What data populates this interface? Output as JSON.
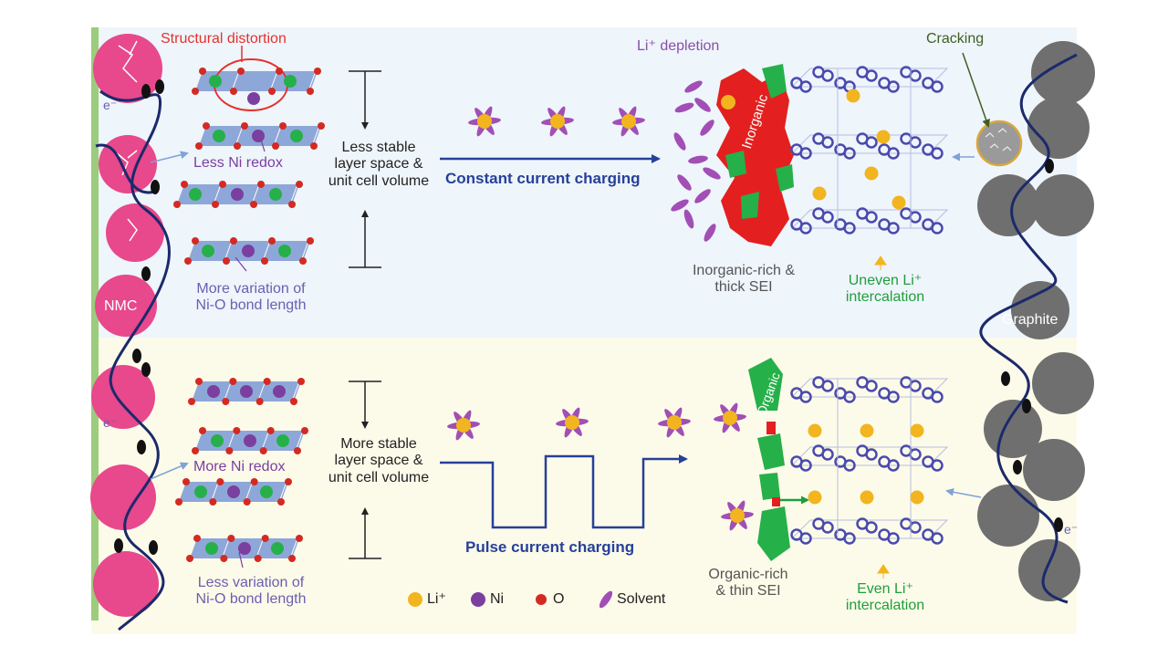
{
  "labels": {
    "structural_distortion": "Structural distortion",
    "less_ni_redox": "Less Ni redox",
    "more_variation": [
      "More variation of",
      "Ni-O bond length"
    ],
    "less_stable": [
      "Less stable",
      "layer space &",
      "unit cell volume"
    ],
    "constant_current": "Constant current charging",
    "li_depletion": "Li⁺ depletion",
    "inorganic": "Inorganic",
    "inorganic_sei": [
      "Inorganic-rich &",
      "thick SEI"
    ],
    "uneven_li": [
      "Uneven Li⁺",
      "intercalation"
    ],
    "cracking": "Cracking",
    "nmc": "NMC",
    "graphite": "Graphite",
    "electron": "e⁻",
    "more_ni_redox": "More Ni redox",
    "less_variation": [
      "Less variation of",
      "Ni-O bond length"
    ],
    "more_stable": [
      "More stable",
      "layer space &",
      "unit cell volume"
    ],
    "pulse_current": "Pulse current charging",
    "organic": "Organic",
    "organic_sei": [
      "Organic-rich",
      "& thin SEI"
    ],
    "even_li": [
      "Even Li⁺",
      "intercalation"
    ]
  },
  "legend": [
    {
      "label": "Li⁺",
      "color": "#f2b51f"
    },
    {
      "label": "Ni",
      "color": "#7b3fa0"
    },
    {
      "label": "O",
      "color": "#d42a22"
    },
    {
      "label": "Solvent",
      "color": "#a14fb5"
    }
  ],
  "colors": {
    "top_panel_bg": "#eef5fb",
    "bottom_panel_bg": "#fcfbe9",
    "nmc_particle": "#e8488c",
    "graphite_particle": "#6f6f6f",
    "inorganic_sei": "#e3201f",
    "organic_sei": "#26b04a",
    "lattice_slab": "#8ea7d9",
    "arrow_blue": "#27409a"
  }
}
